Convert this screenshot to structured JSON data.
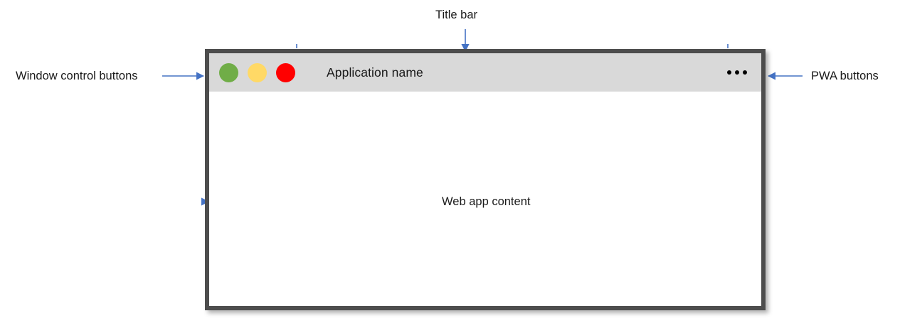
{
  "diagram": {
    "title": "PWA window anatomy diagram",
    "accent_color": "#4472c4",
    "window_border_color": "#4d4d4d",
    "titlebar_color": "#d9d9d9",
    "content_color": "#ffffff"
  },
  "window": {
    "title": "Application name",
    "controls": [
      {
        "name": "minimize",
        "color": "#70ad47"
      },
      {
        "name": "maximize",
        "color": "#ffd966"
      },
      {
        "name": "close",
        "color": "#ff0000"
      }
    ],
    "pwa_menu": {
      "icon": "ellipsis-icon",
      "dot_count": 3,
      "dot_color": "#000000"
    }
  },
  "annotations": {
    "title_bar": "Title bar",
    "window_controls": "Window control buttons",
    "pwa_buttons": "PWA buttons",
    "web_app_content": "Web app content"
  }
}
